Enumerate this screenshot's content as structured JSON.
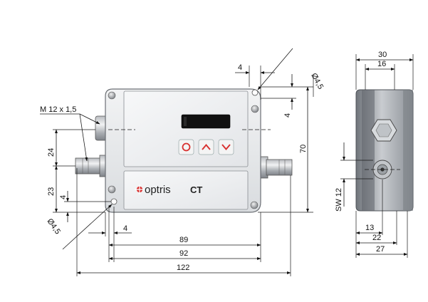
{
  "labels": {
    "thread": "M 12 x 1,5",
    "hole_top": "Ø4,5",
    "hole_bottom": "Ø4,5",
    "d4_top": "4",
    "d4_right": "4",
    "d70": "70",
    "d24": "24",
    "d23": "23",
    "d4_left": "4",
    "d4_bottom": "4",
    "d89": "89",
    "d92": "92",
    "d122": "122",
    "d30": "30",
    "d16": "16",
    "sw12": "SW 12",
    "d13": "13",
    "d22": "22",
    "d27": "27"
  },
  "brand": {
    "name": "optris",
    "model": "CT"
  },
  "buttons": {
    "mode": "○",
    "up": "^",
    "down": "v"
  },
  "colors": {
    "button_red": "#d8302f",
    "body": "#e6e8ea",
    "display": "#111111"
  }
}
